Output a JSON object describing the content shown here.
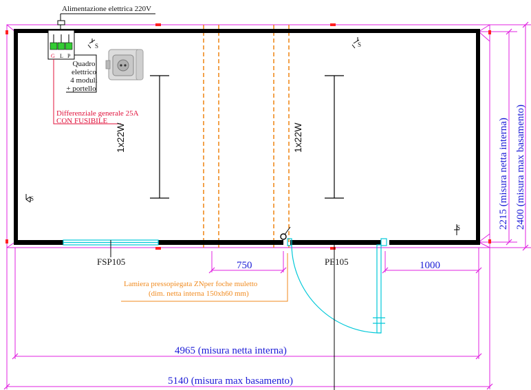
{
  "labels": {
    "power_supply": "Alimentazione elettrica 220V",
    "panel_1": "Quadro",
    "panel_2": "elettrico",
    "panel_3": "4 moduli",
    "panel_4": "+ portello",
    "differential_1": "Differenziale generale 25A",
    "differential_2": "CON FUSIBILE",
    "breaker_g": "G",
    "breaker_l": "L",
    "breaker_p": "P",
    "light_left": "1x22W",
    "light_right": "1x22W",
    "switch_symbol": "S",
    "window_label": "FSP105",
    "door_label": "PE105",
    "dim_750": "750",
    "dim_1000": "1000",
    "forklift_1": "Lamiera pressopiegata ZNper foche muletto",
    "forklift_2": "(dim. netta interna 150xh60 mm)",
    "dim_4965": "4965 (misura netta interna)",
    "dim_5140": "5140 (misura max basamento)",
    "dim_2215": "2215 (misura netta interna)",
    "dim_2400": "2400 (misura max basamento)"
  },
  "colors": {
    "wall": "#000000",
    "dimension": "#e020e0",
    "dim_text": "#1a1ad6",
    "forklift": "#f08a1e",
    "opening": "#00c8d8",
    "note_red": "#e0103a",
    "marker_red": "#ff2020"
  }
}
